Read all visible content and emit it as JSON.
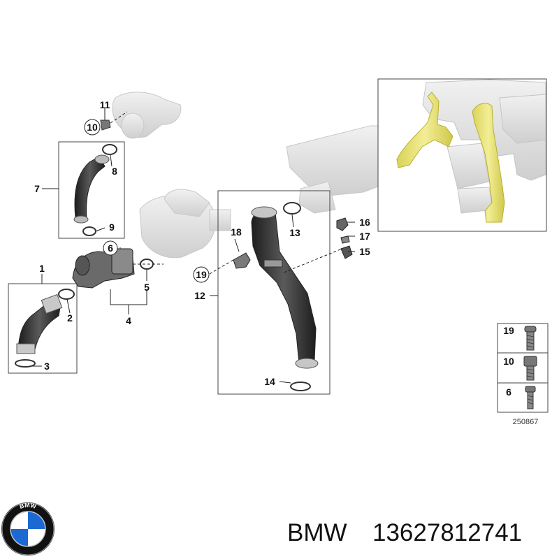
{
  "diagram": {
    "callouts": {
      "c1": "1",
      "c2": "2",
      "c3": "3",
      "c4": "4",
      "c5": "5",
      "c6": "6",
      "c7": "7",
      "c8": "8",
      "c9": "9",
      "c10": "10",
      "c11": "11",
      "c12": "12",
      "c13": "13",
      "c14": "14",
      "c15": "15",
      "c16": "16",
      "c17": "17",
      "c18": "18",
      "c19": "19"
    },
    "legend": {
      "items": [
        "19",
        "10",
        "6"
      ],
      "code": "250867"
    },
    "colors": {
      "highlight": "#e8e27a",
      "part_dark": "#2f2f2f",
      "ghost": "#dddddd"
    }
  },
  "footer": {
    "brand": "BMW",
    "part_number": "13627812741",
    "logo_letters": "BMW",
    "logo_colors": {
      "blue": "#1c69d4",
      "white": "#ffffff",
      "ring": "#111111"
    }
  }
}
